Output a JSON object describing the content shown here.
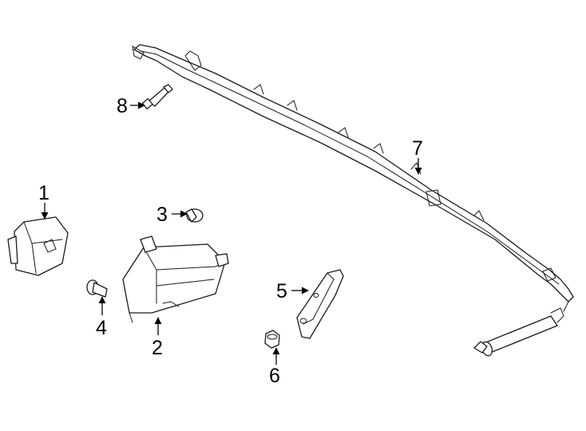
{
  "callouts": {
    "c1": "1",
    "c2": "2",
    "c3": "3",
    "c4": "4",
    "c5": "5",
    "c6": "6",
    "c7": "7",
    "c8": "8"
  },
  "colors": {
    "line": "#1a1a1a",
    "background": "#ffffff"
  }
}
